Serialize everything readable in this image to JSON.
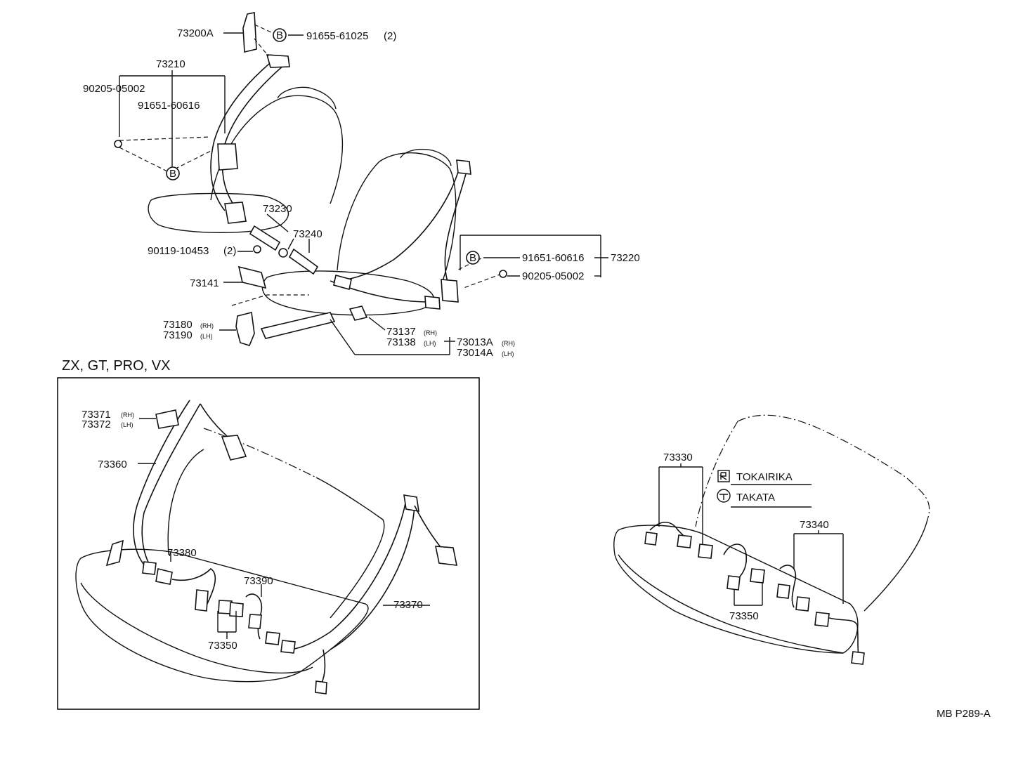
{
  "callouts": {
    "c73200A": "73200A",
    "c91655": "91655-61025",
    "c91655_qty": "(2)",
    "c73210": "73210",
    "c90205_l": "90205-05002",
    "c91651_l": "91651-60616",
    "c73230": "73230",
    "c73240": "73240",
    "c90119": "90119-10453",
    "c90119_qty": "(2)",
    "c73141": "73141",
    "c73180": "73180",
    "c73180_side": "(RH)",
    "c73190": "73190",
    "c73190_side": "(LH)",
    "c73137": "73137",
    "c73137_side": "(RH)",
    "c73138": "73138",
    "c73138_side": "(LH)",
    "c73013A": "73013A",
    "c73013A_side": "(RH)",
    "c73014A": "73014A",
    "c73014A_side": "(LH)",
    "c91651_r": "91651-60616",
    "c73220": "73220",
    "c90205_r": "90205-05002",
    "b_marker": "B",
    "c73371": "73371",
    "c73371_side": "(RH)",
    "c73372": "73372",
    "c73372_side": "(LH)",
    "c73360": "73360",
    "c73380": "73380",
    "c73390": "73390",
    "c73370": "73370",
    "c73350_a": "73350",
    "c73330": "73330",
    "c73340": "73340",
    "c73350_b": "73350"
  },
  "variant_label": "ZX, GT, PRO, VX",
  "legend": {
    "tokairika": "TOKAIRIKA",
    "takata": "TAKATA"
  },
  "figure_code": "MB P289-A"
}
